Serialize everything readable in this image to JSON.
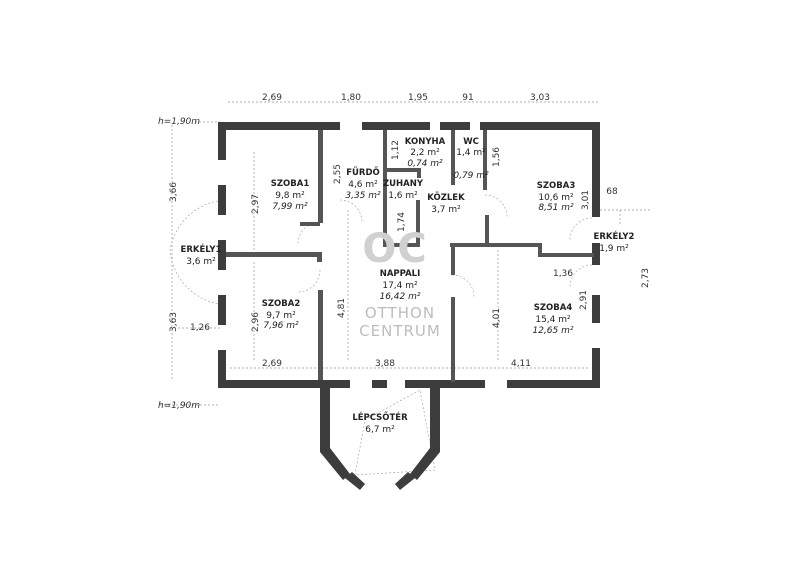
{
  "heights": {
    "top": "h=1,90m",
    "bottom": "h=1,90m"
  },
  "dimensions": {
    "top": [
      "2,69",
      "1,80",
      "1,95",
      "91",
      "3,03"
    ],
    "bottom": [
      "2,69",
      "3,88",
      "4,11"
    ],
    "left_upper": "3,66",
    "left_lower": "3,63",
    "szoba1_h": "2,97",
    "furdo_h": "2,55",
    "konyha_h": "1,12",
    "zuhany_h": "1,74",
    "wc_h": "1,56",
    "szoba3_h": "3,01",
    "erkely2_w": "68",
    "erkely2_h": "2,73",
    "szoba2_h": "2,96",
    "erkely1_w": "1,26",
    "nappali_h": "4,81",
    "szoba4_h": "4,01",
    "szoba4_w": "1,36",
    "szoba4_side": "2,91"
  },
  "rooms": {
    "szoba1": {
      "name": "SZOBA1",
      "area": "9,8 m²",
      "net": "7,99 m²"
    },
    "furdo": {
      "name": "FÜRDŐ",
      "area": "4,6 m²",
      "net": "3,35 m²"
    },
    "konyha": {
      "name": "KONYHA",
      "area": "2,2 m²",
      "net": "0,74 m²"
    },
    "wc": {
      "name": "WC",
      "area": "1,4 m²",
      "net": "0,79 m²"
    },
    "zuhany": {
      "name": "ZUHANY",
      "area": "1,6 m²"
    },
    "kozlek": {
      "name": "KÖZLEK",
      "area": "3,7 m²"
    },
    "szoba3": {
      "name": "SZOBA3",
      "area": "10,6 m²",
      "net": "8,51 m²"
    },
    "erkely1": {
      "name": "ERKÉLY1",
      "area": "3,6 m²"
    },
    "erkely2": {
      "name": "ERKÉLY2",
      "area": "1,9 m²"
    },
    "nappali": {
      "name": "NAPPALI",
      "area": "17,4 m²",
      "net": "16,42 m²"
    },
    "szoba2": {
      "name": "SZOBA2",
      "area": "9,7 m²",
      "net": "7,96 m²"
    },
    "szoba4": {
      "name": "SZOBA4",
      "area": "15,4 m²",
      "net": "12,65 m²"
    },
    "lepcsoter": {
      "name": "LÉPCSŐTÉR",
      "area": "6,7 m²"
    }
  },
  "watermark": {
    "logo": "OC",
    "line1": "OTTHON",
    "line2": "CENTRUM"
  }
}
